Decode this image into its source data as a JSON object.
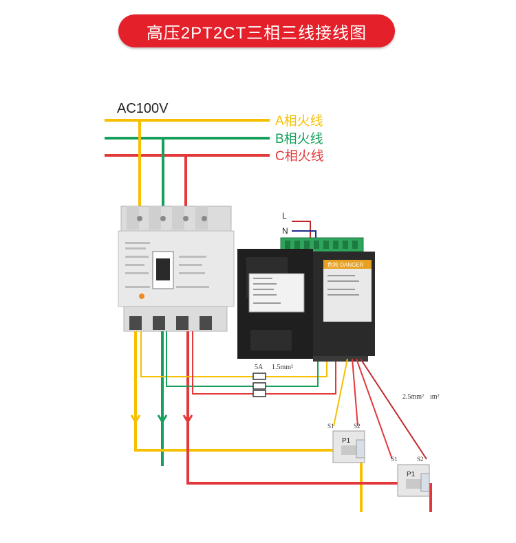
{
  "title": "高压2PT2CT三相三线接线图",
  "supply": {
    "voltage": "AC100V"
  },
  "lines": [
    {
      "label": "A相火线",
      "color": "#f6c000"
    },
    {
      "label": "B相火线",
      "color": "#16a05c"
    },
    {
      "label": "C相火线",
      "color": "#e2383a"
    }
  ],
  "meter_supply": {
    "l_label": "L",
    "n_label": "N"
  },
  "fuse": {
    "rating": "5A",
    "wire": "1.5mm²"
  },
  "ct_wire": {
    "label": "2.5mm² ",
    "label_faded": "ım²"
  },
  "ct_units": [
    {
      "s1": "S1",
      "s2": "S2",
      "p1": "P1"
    },
    {
      "s1": "S1",
      "s2": "S2",
      "p1": "P1"
    }
  ],
  "meter_panel": {
    "danger_label": "危险 DANGER"
  },
  "colors": {
    "title_bg": "#e4202a",
    "wire_navy": "#1e2a8a",
    "wire_red_dark": "#c0282c"
  }
}
